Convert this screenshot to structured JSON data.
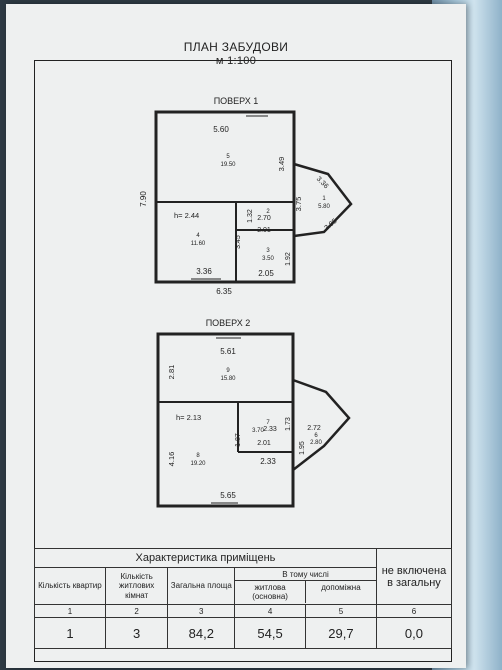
{
  "title": "ПЛАН ЗАБУДОВИ",
  "scale": "м 1:100",
  "floor1": {
    "label": "ПОВЕРХ 1",
    "dims": {
      "top": "5.60",
      "left": "7.90",
      "bottom": "6.35",
      "bottom_left": "3.36",
      "bottom_right": "2.05",
      "right_upper": "3.49",
      "right_mid": "3.75",
      "bay_upper": "3.36",
      "bay_lower": "3.95",
      "inner_a": "2.70",
      "inner_b": "2.01",
      "inner_c": "1.92",
      "inner_d": "1.32",
      "inner_e": "3.45"
    },
    "height": "h= 2.44",
    "rooms": [
      {
        "no": "5",
        "area": "19.50"
      },
      {
        "no": "4",
        "area": "11.60"
      },
      {
        "no": "2",
        "area": "2.70"
      },
      {
        "no": "3",
        "area": "3.50"
      },
      {
        "no": "1",
        "area": "5.80"
      }
    ]
  },
  "floor2": {
    "label": "ПОВЕРХ 2",
    "dims": {
      "top": "5.61",
      "left_upper": "2.81",
      "left_lower": "4.16",
      "bottom": "5.65",
      "inner_a": "2.33",
      "inner_b": "2.01",
      "inner_c": "1.87",
      "inner_d": "1.73",
      "bay_a": "2.72",
      "bay_b": "1.95"
    },
    "height": "h= 2.13",
    "rooms": [
      {
        "no": "9",
        "area": "15.80"
      },
      {
        "no": "8",
        "area": "19.20"
      },
      {
        "no": "7",
        "area": "3.70"
      },
      {
        "no": "6",
        "area": "2.80"
      }
    ]
  },
  "table": {
    "heading": "Характеристика приміщень",
    "columns": {
      "apartments": "Кількість квартир",
      "rooms": "Кількість житлових кімнат",
      "total": "Загальна площа",
      "subheading": "В тому числі",
      "living": "житлова (основна)",
      "auxiliary": "допоміжна",
      "excluded": "не включена в загальну"
    },
    "numbers": [
      "1",
      "2",
      "3",
      "4",
      "5",
      "6"
    ],
    "values": {
      "apartments": "1",
      "rooms": "3",
      "total": "84,2",
      "living": "54,5",
      "auxiliary": "29,7",
      "excluded": "0,0"
    }
  }
}
